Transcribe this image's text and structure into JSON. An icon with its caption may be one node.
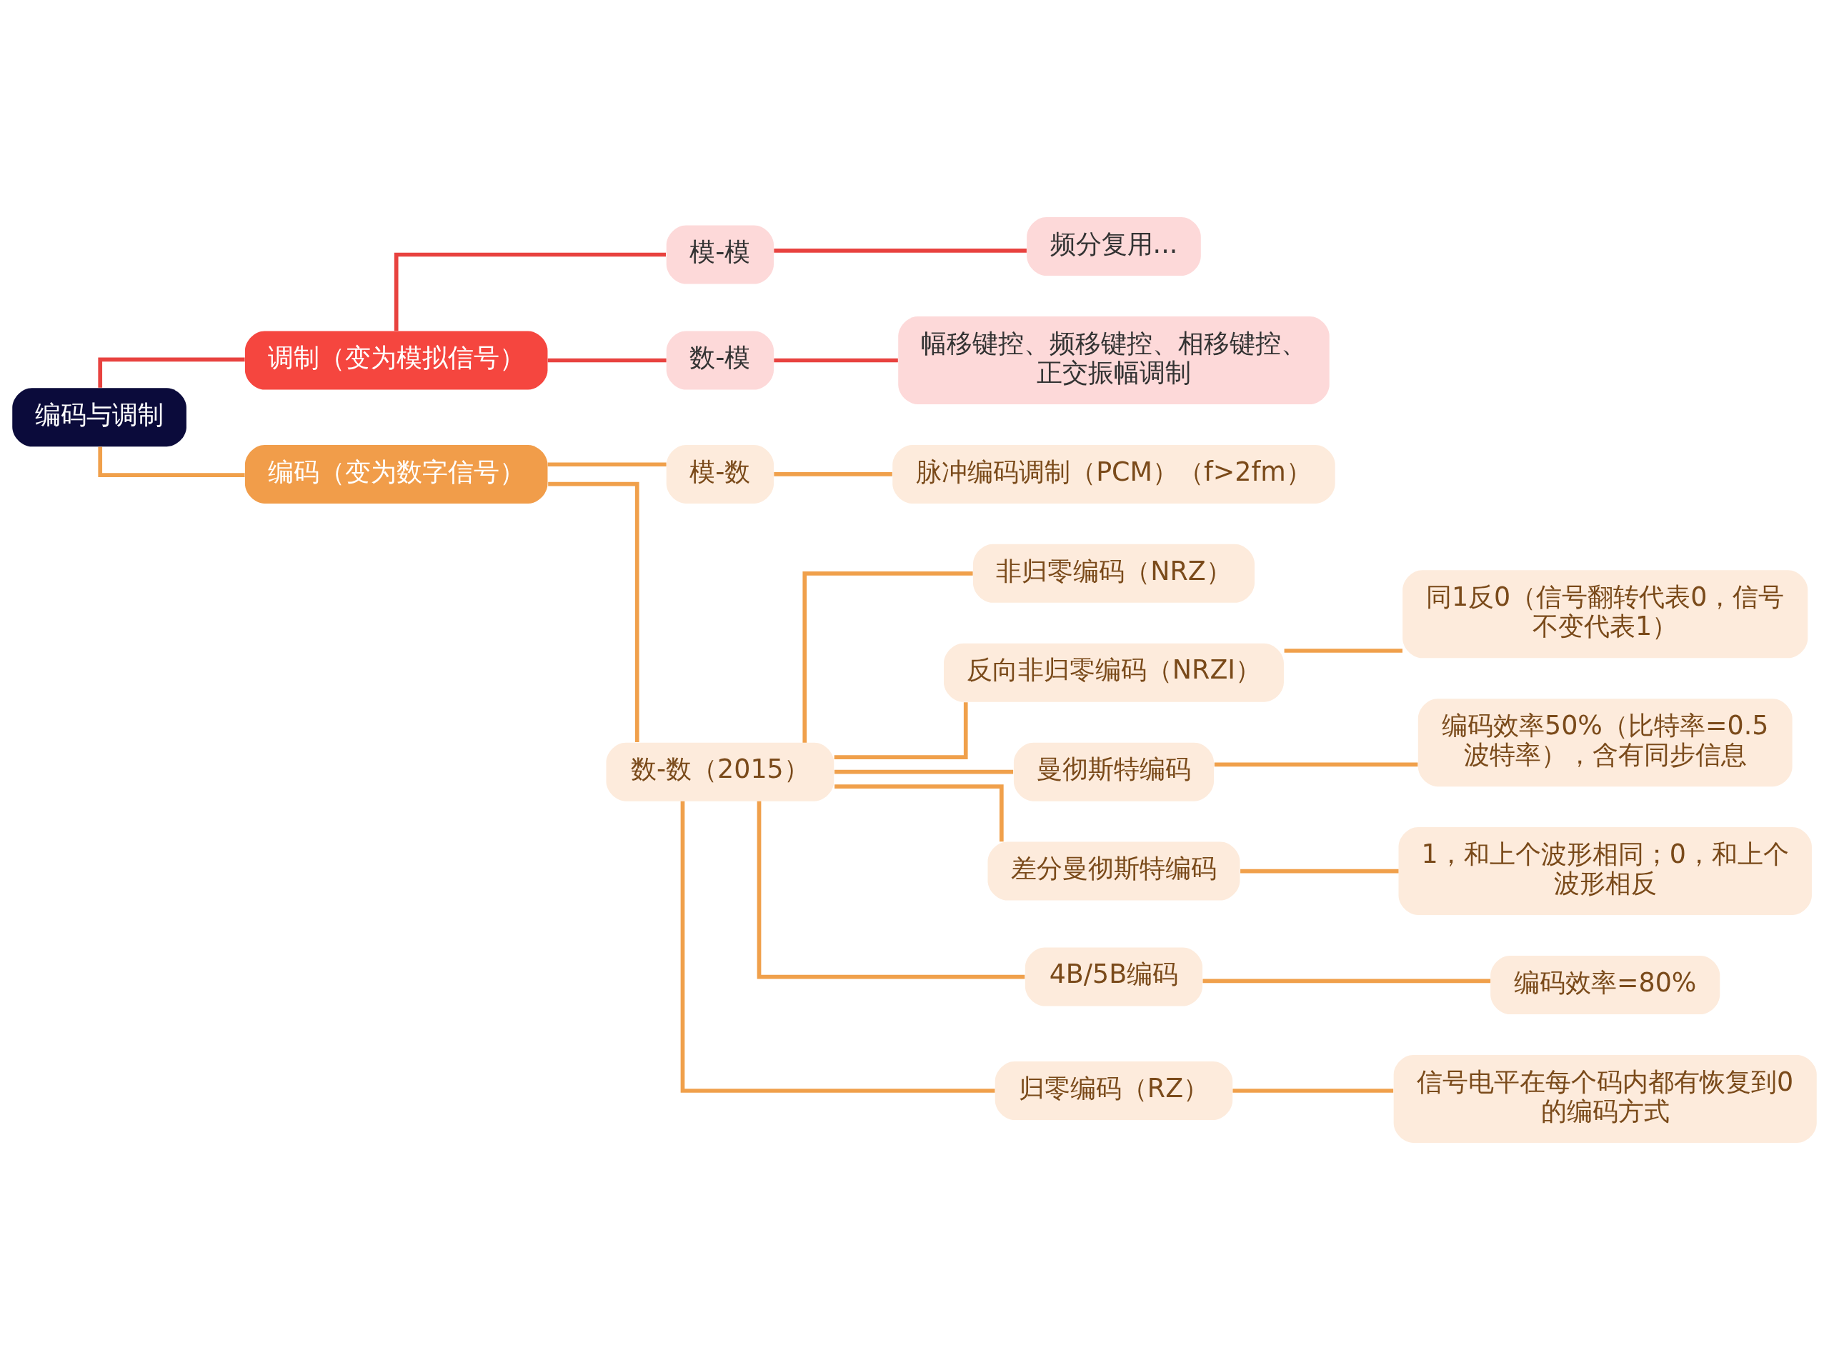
{
  "diagram": {
    "nodes": [
      {
        "text": [
          "编码与调制"
        ]
      },
      {
        "text": [
          "调制（变为模拟信号）"
        ]
      },
      {
        "text": [
          "模-模"
        ]
      },
      {
        "text": [
          "频分复用..."
        ]
      },
      {
        "text": [
          "数-模"
        ]
      },
      {
        "text": [
          "幅移键控、频移键控、相移键控、正交振幅调制"
        ]
      },
      {
        "text": [
          "编码（变为数字信号）"
        ]
      },
      {
        "text": [
          "模-数"
        ]
      },
      {
        "text": [
          "脉冲编码调制（PCM）（f>2fm）"
        ]
      },
      {
        "text": [
          "数-数（2015）"
        ]
      },
      {
        "text": [
          "非归零编码（NRZ）"
        ]
      },
      {
        "text": [
          "反向非归零编码（NRZI）"
        ]
      },
      {
        "text": [
          "同1反0（信号翻转代表0，信号不变代表1）"
        ]
      },
      {
        "text": [
          "曼彻斯特编码"
        ]
      },
      {
        "text": [
          "编码效率50%（比特率=0.5波特率），含有同步信息"
        ]
      },
      {
        "text": [
          "差分曼彻斯特编码"
        ]
      },
      {
        "text": [
          "1，和上个波形相同；0，和上个波形相反"
        ]
      },
      {
        "text": [
          "4B/5B编码"
        ]
      },
      {
        "text": [
          "编码效率=80%"
        ]
      },
      {
        "text": [
          "归零编码（RZ）"
        ]
      },
      {
        "text": [
          "信号电平在每个码内都有恢复到0的编码方式"
        ]
      }
    ],
    "edges": [
      {
        "from": 0,
        "to": 1,
        "arrow": "none",
        "color": "#e8423f"
      },
      {
        "from": 1,
        "to": 2,
        "arrow": "none",
        "color": "#e8423f"
      },
      {
        "from": 2,
        "to": 3,
        "arrow": "none",
        "color": "#e8423f"
      },
      {
        "from": 1,
        "to": 4,
        "arrow": "none",
        "color": "#e8423f"
      },
      {
        "from": 4,
        "to": 5,
        "arrow": "none",
        "color": "#e8423f"
      },
      {
        "from": 0,
        "to": 6,
        "arrow": "none"
      },
      {
        "from": 6,
        "to": 7,
        "arrow": "none"
      },
      {
        "from": 7,
        "to": 8,
        "arrow": "none"
      },
      {
        "from": 6,
        "to": 9,
        "arrow": "none"
      },
      {
        "from": 9,
        "to": 10,
        "arrow": "none"
      },
      {
        "from": 9,
        "to": 11,
        "arrow": "none"
      },
      {
        "from": 11,
        "to": 12,
        "arrow": "none"
      },
      {
        "from": 9,
        "to": 13,
        "arrow": "none"
      },
      {
        "from": 13,
        "to": 14,
        "arrow": "none"
      },
      {
        "from": 9,
        "to": 15,
        "arrow": "none"
      },
      {
        "from": 15,
        "to": 16,
        "arrow": "none"
      },
      {
        "from": 9,
        "to": 17,
        "arrow": "none"
      },
      {
        "from": 17,
        "to": 18,
        "arrow": "none"
      },
      {
        "from": 9,
        "to": 19,
        "arrow": "none"
      },
      {
        "from": 19,
        "to": 20,
        "arrow": "none"
      }
    ]
  }
}
